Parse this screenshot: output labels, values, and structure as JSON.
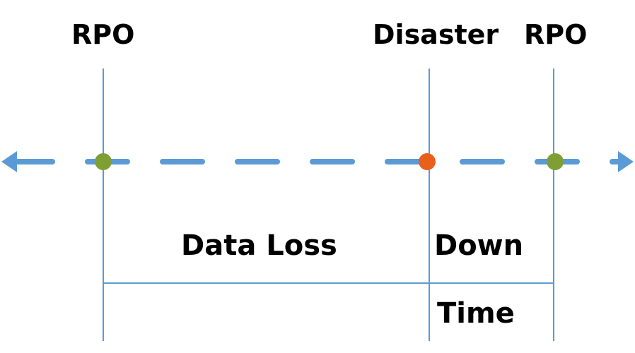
{
  "labels": {
    "rpo_left": "RPO",
    "disaster": "Disaster",
    "rpo_right": "RPO",
    "data_loss": "Data Loss",
    "down": "Down",
    "time": "Time"
  },
  "colors": {
    "line": "#5b9bd5",
    "timeline": "#5b9bd5",
    "point_rpo": "#7f9f35",
    "point_disaster": "#e8601c",
    "text": "#000000"
  },
  "icons": {
    "arrow_left": "arrow-left-icon",
    "arrow_right": "arrow-right-icon"
  }
}
